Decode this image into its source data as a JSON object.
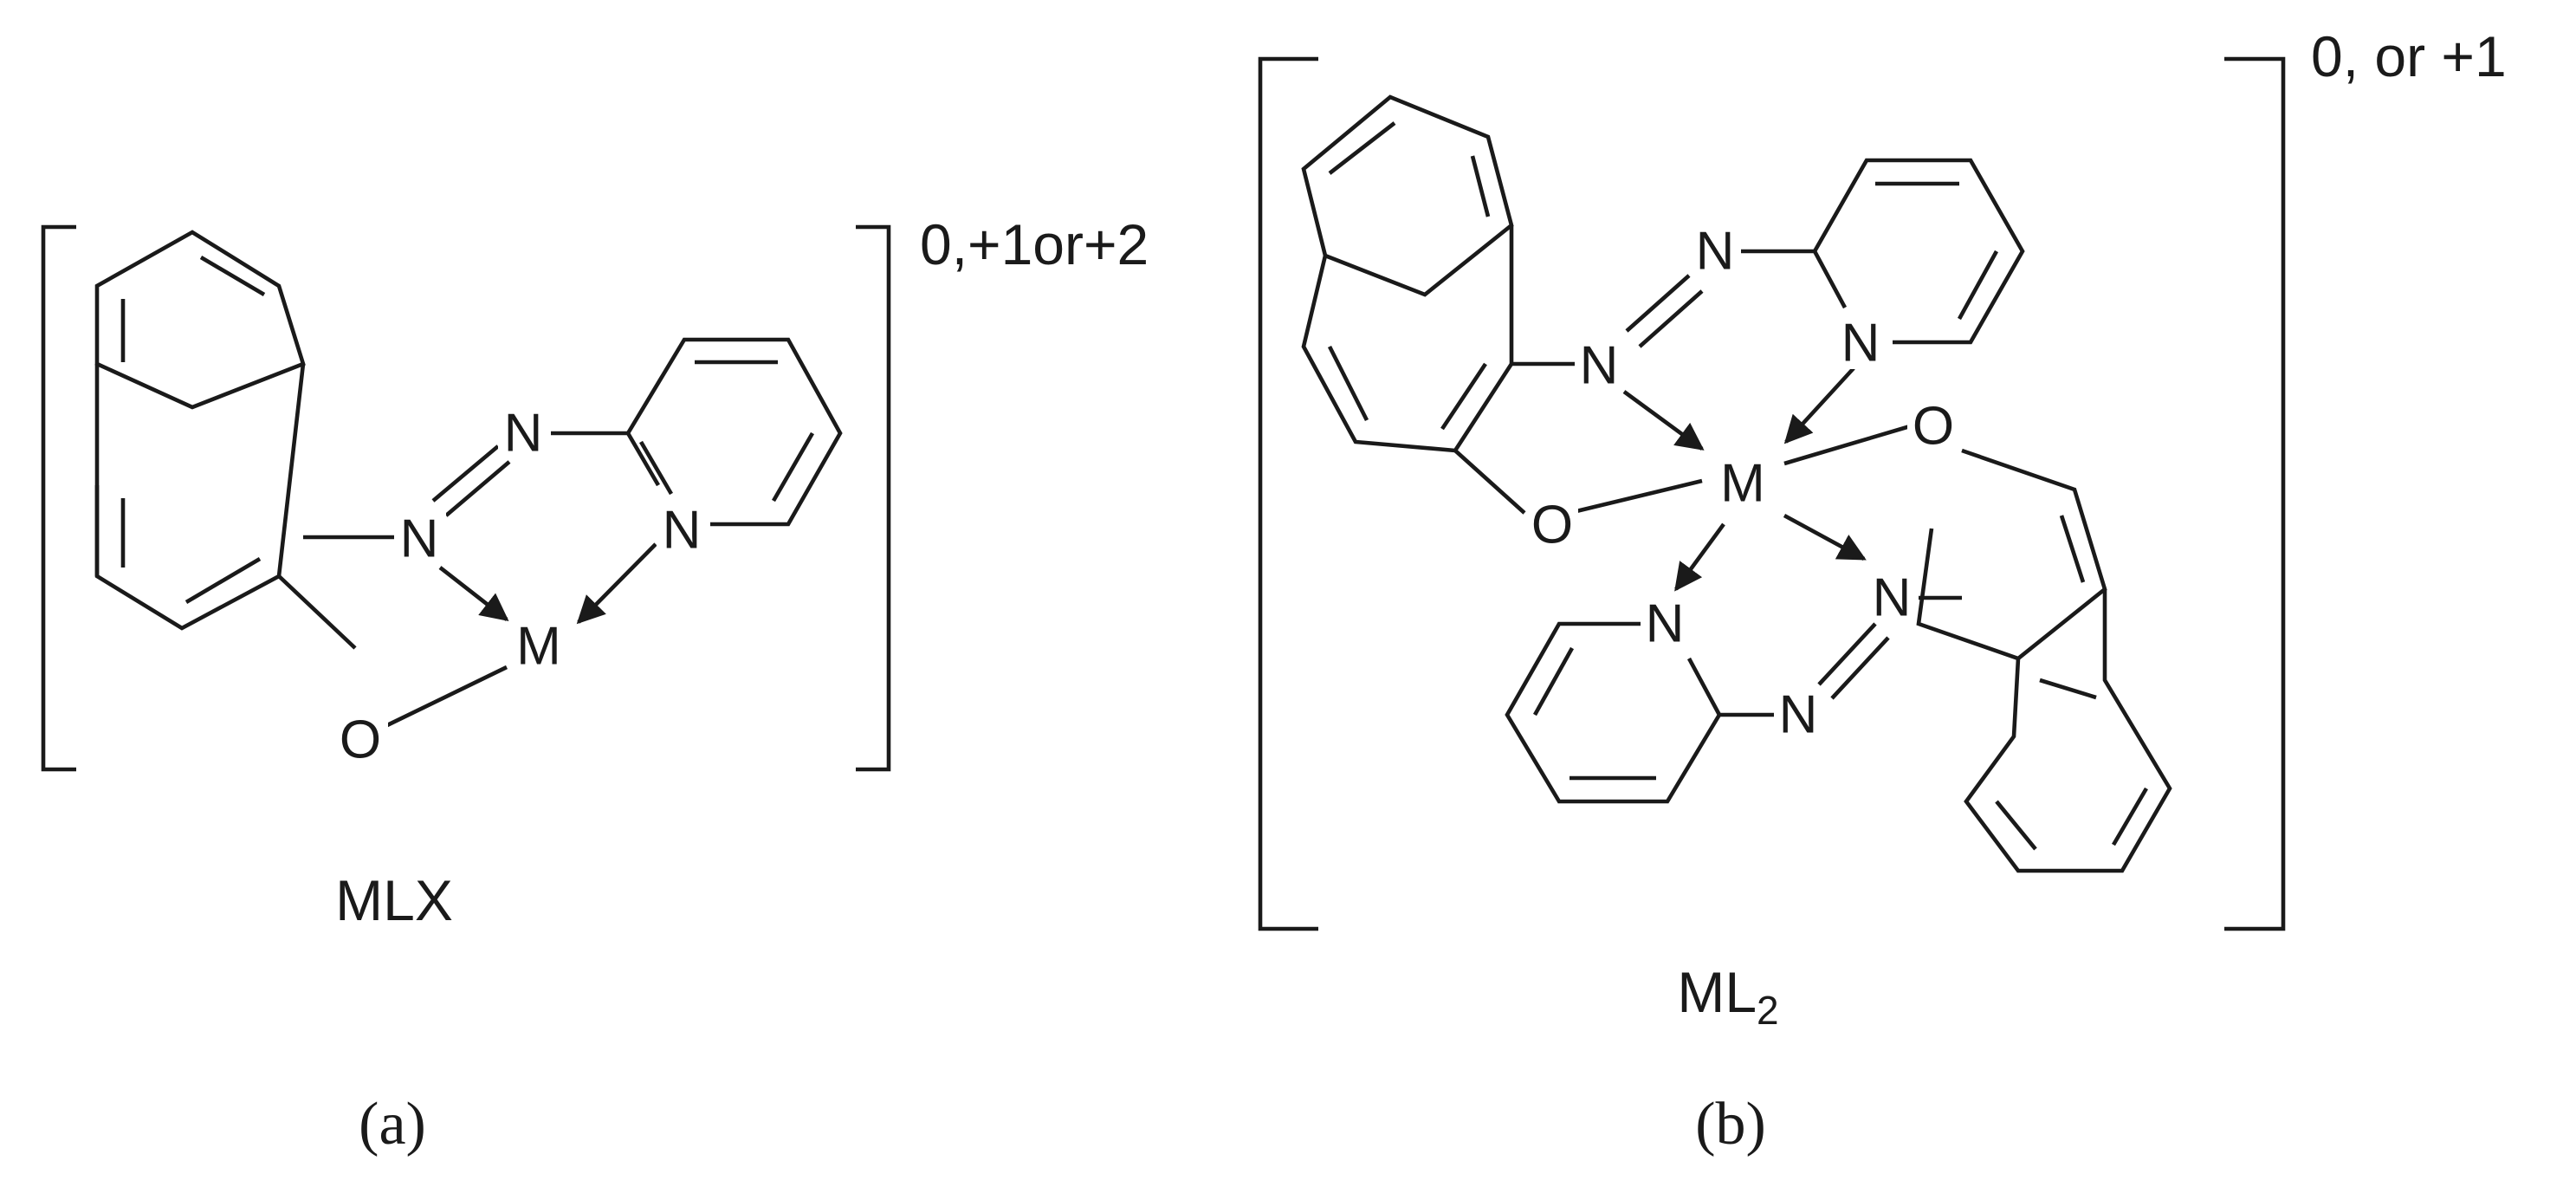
{
  "panels": [
    {
      "id": "a",
      "panel_label": "(a)",
      "compound_name": "MLX",
      "charge": "0,+1or+2",
      "atoms": {
        "azo_n1": "N",
        "azo_n2": "N",
        "pyridine_n": "N",
        "oxygen": "O",
        "metal": "M"
      }
    },
    {
      "id": "b",
      "panel_label": "(b)",
      "compound_name_main": "ML",
      "compound_name_sub": "2",
      "charge": "0, or +1",
      "atoms": {
        "azo_n1_top": "N",
        "azo_n2_top": "N",
        "pyridine_n_top": "N",
        "oxygen_left": "O",
        "metal": "M",
        "oxygen_right": "O",
        "azo_n1_bottom": "N",
        "azo_n2_bottom": "N",
        "pyridine_n_bottom": "N"
      }
    }
  ]
}
